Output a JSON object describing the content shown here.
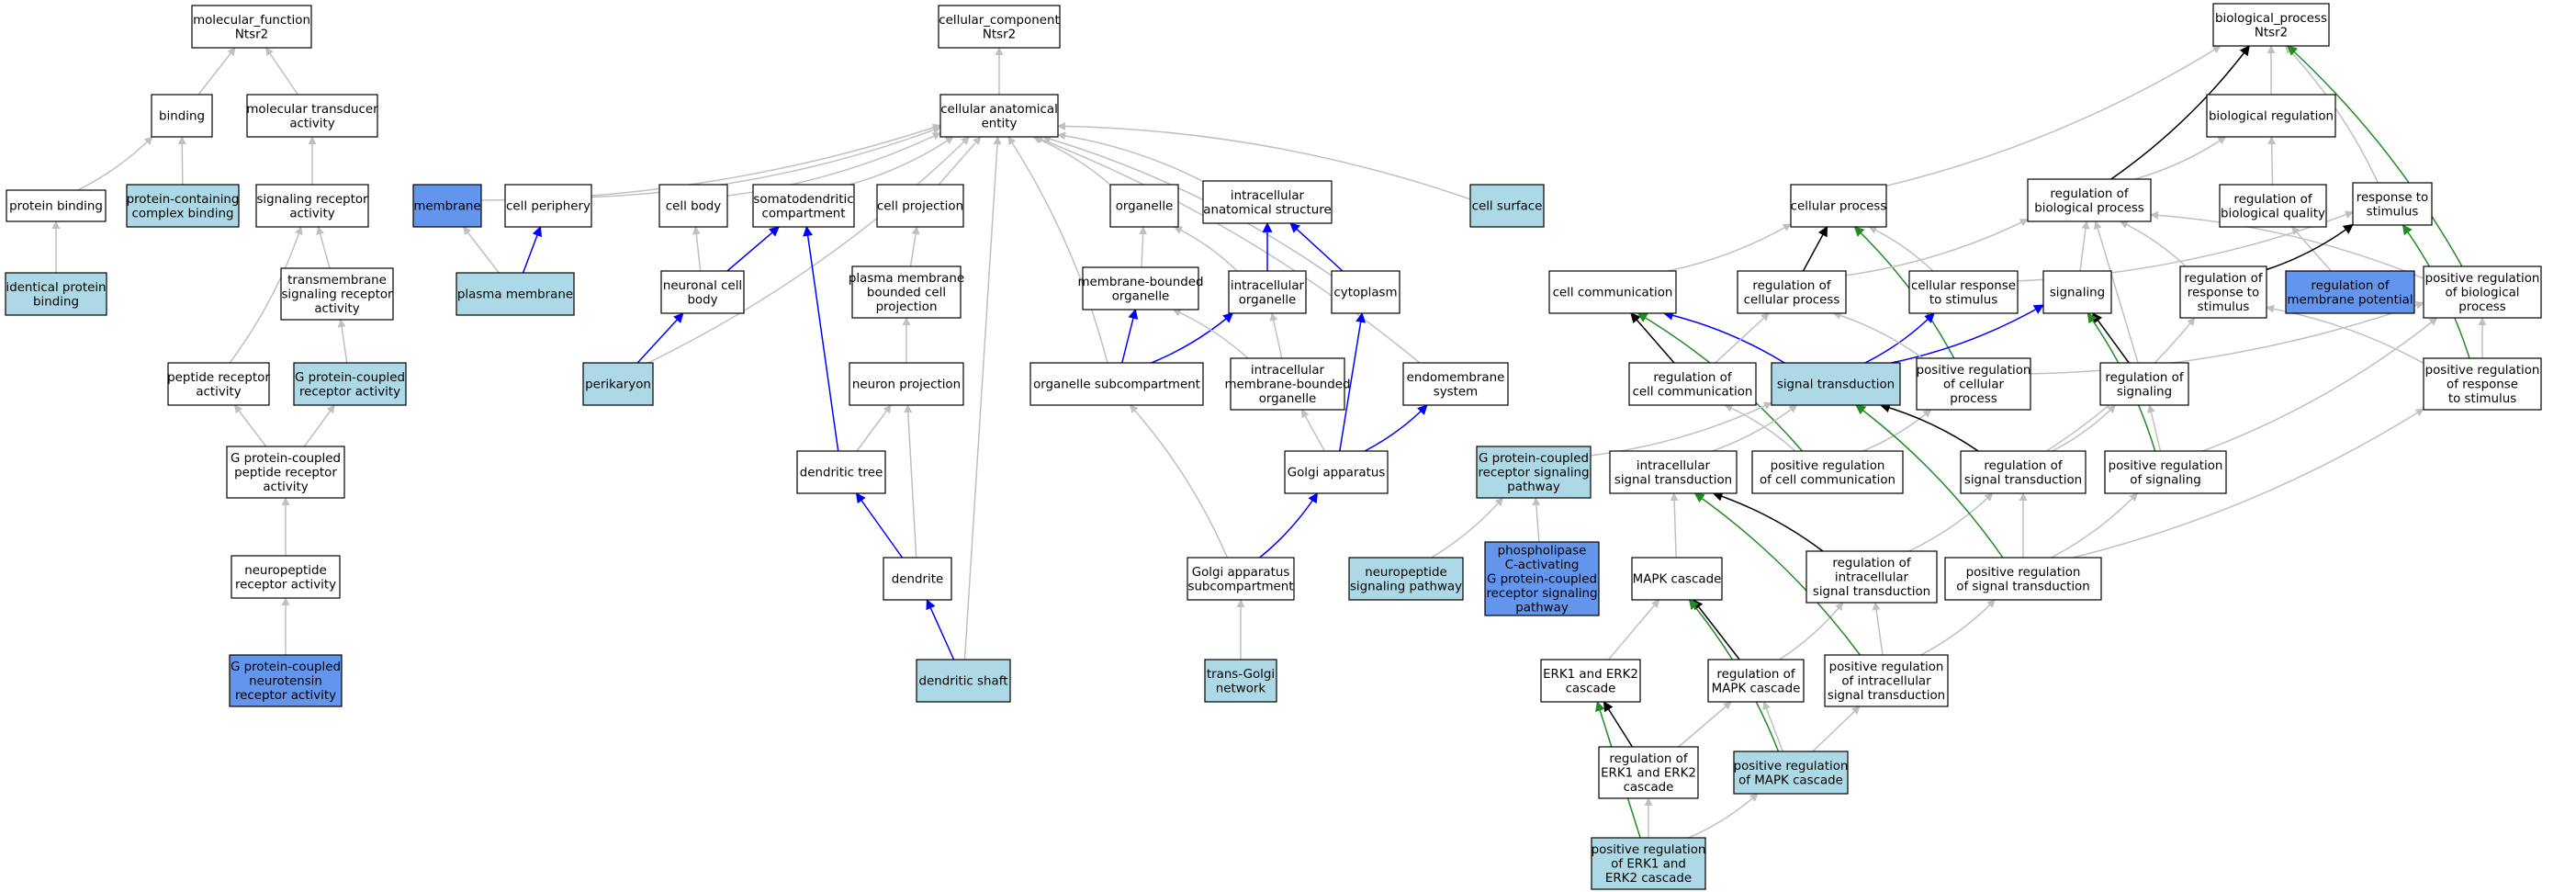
{
  "colors": {
    "default": "#ffffff",
    "light": "#add8e6",
    "highlight": "#6495ed",
    "edge_grey": "#c0c0c0",
    "edge_black": "#000000",
    "edge_blue": "#0000ff",
    "edge_green": "#228b22"
  },
  "nodes": [
    {
      "id": "mf",
      "lines": [
        "molecular_function",
        "Ntsr2"
      ],
      "style": "default"
    },
    {
      "id": "binding",
      "lines": [
        "binding"
      ],
      "style": "default"
    },
    {
      "id": "mta",
      "lines": [
        "molecular transducer",
        "activity"
      ],
      "style": "default"
    },
    {
      "id": "protbind",
      "lines": [
        "protein binding"
      ],
      "style": "default"
    },
    {
      "id": "pccb",
      "lines": [
        "protein-containing",
        "complex binding"
      ],
      "style": "light"
    },
    {
      "id": "sra",
      "lines": [
        "signaling receptor",
        "activity"
      ],
      "style": "default"
    },
    {
      "id": "ipb",
      "lines": [
        "identical protein",
        "binding"
      ],
      "style": "light"
    },
    {
      "id": "tmsra",
      "lines": [
        "transmembrane",
        "signaling receptor",
        "activity"
      ],
      "style": "default"
    },
    {
      "id": "pra",
      "lines": [
        "peptide receptor",
        "activity"
      ],
      "style": "default"
    },
    {
      "id": "gpcra",
      "lines": [
        "G protein-coupled",
        "receptor activity"
      ],
      "style": "light"
    },
    {
      "id": "gpcpra",
      "lines": [
        "G protein-coupled",
        "peptide receptor",
        "activity"
      ],
      "style": "default"
    },
    {
      "id": "npra",
      "lines": [
        "neuropeptide",
        "receptor activity"
      ],
      "style": "default"
    },
    {
      "id": "gpcnra",
      "lines": [
        "G protein-coupled",
        "neurotensin",
        "receptor activity"
      ],
      "style": "highlight"
    },
    {
      "id": "cc",
      "lines": [
        "cellular_component",
        "Ntsr2"
      ],
      "style": "default"
    },
    {
      "id": "cae",
      "lines": [
        "cellular anatomical",
        "entity"
      ],
      "style": "default"
    },
    {
      "id": "membrane",
      "lines": [
        "membrane"
      ],
      "style": "highlight"
    },
    {
      "id": "cper",
      "lines": [
        "cell periphery"
      ],
      "style": "default"
    },
    {
      "id": "cbody",
      "lines": [
        "cell body"
      ],
      "style": "default"
    },
    {
      "id": "sdc",
      "lines": [
        "somatodendritic",
        "compartment"
      ],
      "style": "default"
    },
    {
      "id": "cproj",
      "lines": [
        "cell projection"
      ],
      "style": "default"
    },
    {
      "id": "organelle",
      "lines": [
        "organelle"
      ],
      "style": "default"
    },
    {
      "id": "ias",
      "lines": [
        "intracellular",
        "anatomical structure"
      ],
      "style": "default"
    },
    {
      "id": "csurf",
      "lines": [
        "cell surface"
      ],
      "style": "light"
    },
    {
      "id": "pm",
      "lines": [
        "plasma membrane"
      ],
      "style": "light"
    },
    {
      "id": "ncb",
      "lines": [
        "neuronal cell",
        "body"
      ],
      "style": "default"
    },
    {
      "id": "pmbcp",
      "lines": [
        "plasma membrane",
        "bounded cell",
        "projection"
      ],
      "style": "default"
    },
    {
      "id": "mbo",
      "lines": [
        "membrane-bounded",
        "organelle"
      ],
      "style": "default"
    },
    {
      "id": "io",
      "lines": [
        "intracellular",
        "organelle"
      ],
      "style": "default"
    },
    {
      "id": "cyto",
      "lines": [
        "cytoplasm"
      ],
      "style": "default"
    },
    {
      "id": "perik",
      "lines": [
        "perikaryon"
      ],
      "style": "light"
    },
    {
      "id": "nproj",
      "lines": [
        "neuron projection"
      ],
      "style": "default"
    },
    {
      "id": "osc",
      "lines": [
        "organelle subcompartment"
      ],
      "style": "default"
    },
    {
      "id": "imbo",
      "lines": [
        "intracellular",
        "membrane-bounded",
        "organelle"
      ],
      "style": "default"
    },
    {
      "id": "endo",
      "lines": [
        "endomembrane",
        "system"
      ],
      "style": "default"
    },
    {
      "id": "dtree",
      "lines": [
        "dendritic tree"
      ],
      "style": "default"
    },
    {
      "id": "golgi",
      "lines": [
        "Golgi apparatus"
      ],
      "style": "default"
    },
    {
      "id": "dendrite",
      "lines": [
        "dendrite"
      ],
      "style": "default"
    },
    {
      "id": "gasc",
      "lines": [
        "Golgi apparatus",
        "subcompartment"
      ],
      "style": "default"
    },
    {
      "id": "dshaft",
      "lines": [
        "dendritic shaft"
      ],
      "style": "light"
    },
    {
      "id": "tgn",
      "lines": [
        "trans-Golgi",
        "network"
      ],
      "style": "light"
    },
    {
      "id": "bp",
      "lines": [
        "biological_process",
        "Ntsr2"
      ],
      "style": "default"
    },
    {
      "id": "breg",
      "lines": [
        "biological regulation"
      ],
      "style": "default"
    },
    {
      "id": "cproc",
      "lines": [
        "cellular process"
      ],
      "style": "default"
    },
    {
      "id": "rbp",
      "lines": [
        "regulation of",
        "biological process"
      ],
      "style": "default"
    },
    {
      "id": "rbq",
      "lines": [
        "regulation of",
        "biological quality"
      ],
      "style": "default"
    },
    {
      "id": "rts",
      "lines": [
        "response to",
        "stimulus"
      ],
      "style": "default"
    },
    {
      "id": "ccomm",
      "lines": [
        "cell communication"
      ],
      "style": "default"
    },
    {
      "id": "rcp",
      "lines": [
        "regulation of",
        "cellular process"
      ],
      "style": "default"
    },
    {
      "id": "crts",
      "lines": [
        "cellular response",
        "to stimulus"
      ],
      "style": "default"
    },
    {
      "id": "signaling",
      "lines": [
        "signaling"
      ],
      "style": "default"
    },
    {
      "id": "rrts",
      "lines": [
        "regulation of",
        "response to",
        "stimulus"
      ],
      "style": "default"
    },
    {
      "id": "rmp",
      "lines": [
        "regulation of",
        "membrane potential"
      ],
      "style": "highlight"
    },
    {
      "id": "prbp",
      "lines": [
        "positive regulation",
        "of biological",
        "process"
      ],
      "style": "default"
    },
    {
      "id": "rcc",
      "lines": [
        "regulation of",
        "cell communication"
      ],
      "style": "default"
    },
    {
      "id": "st",
      "lines": [
        "signal transduction"
      ],
      "style": "light"
    },
    {
      "id": "prcp",
      "lines": [
        "positive regulation",
        "of cellular",
        "process"
      ],
      "style": "default"
    },
    {
      "id": "rsig",
      "lines": [
        "regulation of",
        "signaling"
      ],
      "style": "default"
    },
    {
      "id": "prrts",
      "lines": [
        "positive regulation",
        "of response",
        "to stimulus"
      ],
      "style": "default"
    },
    {
      "id": "gpcrsp",
      "lines": [
        "G protein-coupled",
        "receptor signaling",
        "pathway"
      ],
      "style": "light"
    },
    {
      "id": "ist",
      "lines": [
        "intracellular",
        "signal transduction"
      ],
      "style": "default"
    },
    {
      "id": "prcc",
      "lines": [
        "positive regulation",
        "of cell communication"
      ],
      "style": "default"
    },
    {
      "id": "rst",
      "lines": [
        "regulation of",
        "signal transduction"
      ],
      "style": "default"
    },
    {
      "id": "prsig",
      "lines": [
        "positive regulation",
        "of signaling"
      ],
      "style": "default"
    },
    {
      "id": "nsp",
      "lines": [
        "neuropeptide",
        "signaling pathway"
      ],
      "style": "light"
    },
    {
      "id": "plc",
      "lines": [
        "phospholipase",
        "C-activating",
        "G protein-coupled",
        "receptor signaling",
        "pathway"
      ],
      "style": "highlight"
    },
    {
      "id": "mapk",
      "lines": [
        "MAPK cascade"
      ],
      "style": "default"
    },
    {
      "id": "rist",
      "lines": [
        "regulation of",
        "intracellular",
        "signal transduction"
      ],
      "style": "default"
    },
    {
      "id": "prst",
      "lines": [
        "positive regulation",
        "of signal transduction"
      ],
      "style": "default"
    },
    {
      "id": "erk",
      "lines": [
        "ERK1 and ERK2",
        "cascade"
      ],
      "style": "default"
    },
    {
      "id": "rmapk",
      "lines": [
        "regulation of",
        "MAPK cascade"
      ],
      "style": "default"
    },
    {
      "id": "prist",
      "lines": [
        "positive regulation",
        "of intracellular",
        "signal transduction"
      ],
      "style": "default"
    },
    {
      "id": "rerk",
      "lines": [
        "regulation of",
        "ERK1 and ERK2",
        "cascade"
      ],
      "style": "default"
    },
    {
      "id": "prmapk",
      "lines": [
        "positive regulation",
        "of MAPK cascade"
      ],
      "style": "light"
    },
    {
      "id": "prerk",
      "lines": [
        "positive regulation",
        "of ERK1 and",
        "ERK2 cascade"
      ],
      "style": "light"
    }
  ],
  "edges": [
    {
      "from": "binding",
      "to": "mf",
      "type": "grey"
    },
    {
      "from": "mta",
      "to": "mf",
      "type": "grey"
    },
    {
      "from": "protbind",
      "to": "binding",
      "type": "grey"
    },
    {
      "from": "pccb",
      "to": "binding",
      "type": "grey"
    },
    {
      "from": "sra",
      "to": "mta",
      "type": "grey"
    },
    {
      "from": "ipb",
      "to": "protbind",
      "type": "grey"
    },
    {
      "from": "tmsra",
      "to": "sra",
      "type": "grey"
    },
    {
      "from": "pra",
      "to": "sra",
      "type": "grey"
    },
    {
      "from": "gpcra",
      "to": "tmsra",
      "type": "grey"
    },
    {
      "from": "gpcpra",
      "to": "pra",
      "type": "grey"
    },
    {
      "from": "gpcpra",
      "to": "gpcra",
      "type": "grey"
    },
    {
      "from": "npra",
      "to": "gpcpra",
      "type": "grey"
    },
    {
      "from": "gpcnra",
      "to": "npra",
      "type": "grey"
    },
    {
      "from": "cae",
      "to": "cc",
      "type": "grey"
    },
    {
      "from": "membrane",
      "to": "cae",
      "type": "grey"
    },
    {
      "from": "cper",
      "to": "cae",
      "type": "grey"
    },
    {
      "from": "cbody",
      "to": "cae",
      "type": "grey"
    },
    {
      "from": "sdc",
      "to": "cae",
      "type": "grey"
    },
    {
      "from": "cproj",
      "to": "cae",
      "type": "grey"
    },
    {
      "from": "organelle",
      "to": "cae",
      "type": "grey"
    },
    {
      "from": "ias",
      "to": "cae",
      "type": "grey"
    },
    {
      "from": "csurf",
      "to": "cae",
      "type": "grey"
    },
    {
      "from": "perik",
      "to": "cae",
      "type": "grey"
    },
    {
      "from": "osc",
      "to": "cae",
      "type": "grey"
    },
    {
      "from": "cyto",
      "to": "cae",
      "type": "grey"
    },
    {
      "from": "endo",
      "to": "cae",
      "type": "grey"
    },
    {
      "from": "dshaft",
      "to": "cae",
      "type": "grey"
    },
    {
      "from": "pm",
      "to": "membrane",
      "type": "grey"
    },
    {
      "from": "pm",
      "to": "cper",
      "type": "blue"
    },
    {
      "from": "ncb",
      "to": "cbody",
      "type": "grey"
    },
    {
      "from": "ncb",
      "to": "sdc",
      "type": "blue"
    },
    {
      "from": "perik",
      "to": "ncb",
      "type": "blue"
    },
    {
      "from": "pmbcp",
      "to": "cproj",
      "type": "grey"
    },
    {
      "from": "nproj",
      "to": "pmbcp",
      "type": "grey"
    },
    {
      "from": "mbo",
      "to": "organelle",
      "type": "grey"
    },
    {
      "from": "io",
      "to": "organelle",
      "type": "grey"
    },
    {
      "from": "io",
      "to": "ias",
      "type": "blue"
    },
    {
      "from": "cyto",
      "to": "ias",
      "type": "blue"
    },
    {
      "from": "osc",
      "to": "mbo",
      "type": "blue"
    },
    {
      "from": "osc",
      "to": "io",
      "type": "blue"
    },
    {
      "from": "imbo",
      "to": "mbo",
      "type": "grey"
    },
    {
      "from": "imbo",
      "to": "io",
      "type": "grey"
    },
    {
      "from": "dtree",
      "to": "nproj",
      "type": "grey"
    },
    {
      "from": "dtree",
      "to": "sdc",
      "type": "blue"
    },
    {
      "from": "dendrite",
      "to": "nproj",
      "type": "grey"
    },
    {
      "from": "dendrite",
      "to": "dtree",
      "type": "blue"
    },
    {
      "from": "golgi",
      "to": "imbo",
      "type": "grey"
    },
    {
      "from": "golgi",
      "to": "cyto",
      "type": "blue"
    },
    {
      "from": "golgi",
      "to": "endo",
      "type": "blue"
    },
    {
      "from": "gasc",
      "to": "osc",
      "type": "grey"
    },
    {
      "from": "gasc",
      "to": "golgi",
      "type": "blue"
    },
    {
      "from": "dshaft",
      "to": "dendrite",
      "type": "blue"
    },
    {
      "from": "tgn",
      "to": "gasc",
      "type": "grey"
    },
    {
      "from": "breg",
      "to": "bp",
      "type": "grey"
    },
    {
      "from": "cproc",
      "to": "bp",
      "type": "grey"
    },
    {
      "from": "rbp",
      "to": "bp",
      "type": "black"
    },
    {
      "from": "rts",
      "to": "bp",
      "type": "grey"
    },
    {
      "from": "prbp",
      "to": "bp",
      "type": "green"
    },
    {
      "from": "rbp",
      "to": "breg",
      "type": "grey"
    },
    {
      "from": "rbq",
      "to": "breg",
      "type": "grey"
    },
    {
      "from": "ccomm",
      "to": "cproc",
      "type": "grey"
    },
    {
      "from": "rcp",
      "to": "cproc",
      "type": "black"
    },
    {
      "from": "crts",
      "to": "cproc",
      "type": "grey"
    },
    {
      "from": "prcp",
      "to": "cproc",
      "type": "green"
    },
    {
      "from": "rcp",
      "to": "rbp",
      "type": "grey"
    },
    {
      "from": "signaling",
      "to": "rbp",
      "type": "grey"
    },
    {
      "from": "rrts",
      "to": "rbp",
      "type": "grey"
    },
    {
      "from": "prbp",
      "to": "rbp",
      "type": "grey"
    },
    {
      "from": "rmp",
      "to": "rbq",
      "type": "grey"
    },
    {
      "from": "crts",
      "to": "rts",
      "type": "grey"
    },
    {
      "from": "rrts",
      "to": "rts",
      "type": "black"
    },
    {
      "from": "prrts",
      "to": "rts",
      "type": "green"
    },
    {
      "from": "st",
      "to": "ccomm",
      "type": "blue"
    },
    {
      "from": "st",
      "to": "crts",
      "type": "blue"
    },
    {
      "from": "st",
      "to": "signaling",
      "type": "blue"
    },
    {
      "from": "rcc",
      "to": "ccomm",
      "type": "black"
    },
    {
      "from": "rcc",
      "to": "rcp",
      "type": "grey"
    },
    {
      "from": "prcp",
      "to": "rcp",
      "type": "grey"
    },
    {
      "from": "prcp",
      "to": "prbp",
      "type": "grey"
    },
    {
      "from": "rsig",
      "to": "signaling",
      "type": "black"
    },
    {
      "from": "rsig",
      "to": "rbp",
      "type": "grey"
    },
    {
      "from": "prrts",
      "to": "rrts",
      "type": "grey"
    },
    {
      "from": "prrts",
      "to": "prbp",
      "type": "grey"
    },
    {
      "from": "prcc",
      "to": "ccomm",
      "type": "green"
    },
    {
      "from": "prcc",
      "to": "rcc",
      "type": "grey"
    },
    {
      "from": "prcc",
      "to": "prcp",
      "type": "grey"
    },
    {
      "from": "prsig",
      "to": "signaling",
      "type": "green"
    },
    {
      "from": "prsig",
      "to": "rsig",
      "type": "grey"
    },
    {
      "from": "prsig",
      "to": "prbp",
      "type": "grey"
    },
    {
      "from": "rst",
      "to": "st",
      "type": "black"
    },
    {
      "from": "rst",
      "to": "rsig",
      "type": "grey"
    },
    {
      "from": "rst",
      "to": "rrts",
      "type": "grey"
    },
    {
      "from": "gpcrsp",
      "to": "st",
      "type": "grey"
    },
    {
      "from": "ist",
      "to": "st",
      "type": "grey"
    },
    {
      "from": "nsp",
      "to": "gpcrsp",
      "type": "grey"
    },
    {
      "from": "plc",
      "to": "gpcrsp",
      "type": "grey"
    },
    {
      "from": "mapk",
      "to": "ist",
      "type": "grey"
    },
    {
      "from": "rist",
      "to": "ist",
      "type": "black"
    },
    {
      "from": "rist",
      "to": "rst",
      "type": "grey"
    },
    {
      "from": "prst",
      "to": "st",
      "type": "green"
    },
    {
      "from": "prst",
      "to": "rst",
      "type": "grey"
    },
    {
      "from": "prst",
      "to": "prsig",
      "type": "grey"
    },
    {
      "from": "prst",
      "to": "prrts",
      "type": "grey"
    },
    {
      "from": "erk",
      "to": "mapk",
      "type": "grey"
    },
    {
      "from": "rmapk",
      "to": "mapk",
      "type": "black"
    },
    {
      "from": "rmapk",
      "to": "rist",
      "type": "grey"
    },
    {
      "from": "prist",
      "to": "ist",
      "type": "green"
    },
    {
      "from": "prist",
      "to": "rist",
      "type": "grey"
    },
    {
      "from": "prist",
      "to": "prst",
      "type": "grey"
    },
    {
      "from": "rerk",
      "to": "erk",
      "type": "black"
    },
    {
      "from": "rerk",
      "to": "rmapk",
      "type": "grey"
    },
    {
      "from": "prmapk",
      "to": "mapk",
      "type": "green"
    },
    {
      "from": "prmapk",
      "to": "rmapk",
      "type": "grey"
    },
    {
      "from": "prmapk",
      "to": "prist",
      "type": "grey"
    },
    {
      "from": "prerk",
      "to": "erk",
      "type": "green"
    },
    {
      "from": "prerk",
      "to": "rerk",
      "type": "grey"
    },
    {
      "from": "prerk",
      "to": "prmapk",
      "type": "grey"
    }
  ]
}
